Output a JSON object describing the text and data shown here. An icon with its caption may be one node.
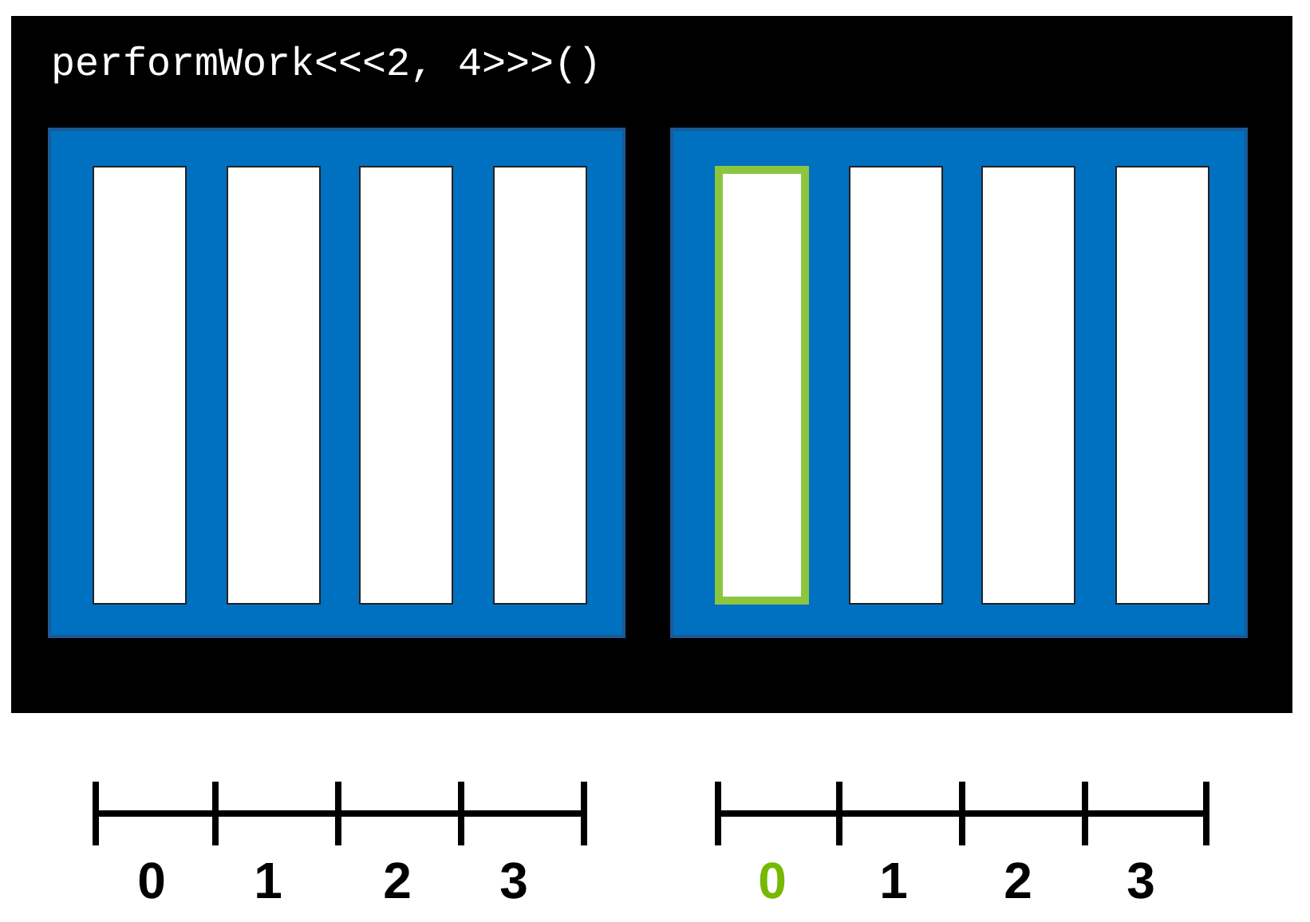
{
  "diagram": {
    "nodes": [
      {
        "text": [
          "performWork<<<2, 4>>>()"
        ]
      },
      {
        "text": [],
        "shape": "box",
        "in": 0
      },
      {
        "text": [],
        "shape": "bar",
        "in": 1
      },
      {
        "text": [],
        "shape": "bar",
        "in": 1
      },
      {
        "text": [],
        "shape": "bar",
        "in": 1
      },
      {
        "text": [],
        "shape": "bar",
        "in": 1
      },
      {
        "text": [],
        "shape": "box",
        "in": 0
      },
      {
        "text": [],
        "shape": "bar",
        "in": 6
      },
      {
        "text": [],
        "shape": "bar",
        "in": 6
      },
      {
        "text": [],
        "shape": "bar",
        "in": 6
      },
      {
        "text": [],
        "shape": "bar",
        "in": 6
      }
    ],
    "labels": [
      "0",
      "1",
      "2",
      "3",
      "0",
      "1",
      "2",
      "3"
    ]
  }
}
